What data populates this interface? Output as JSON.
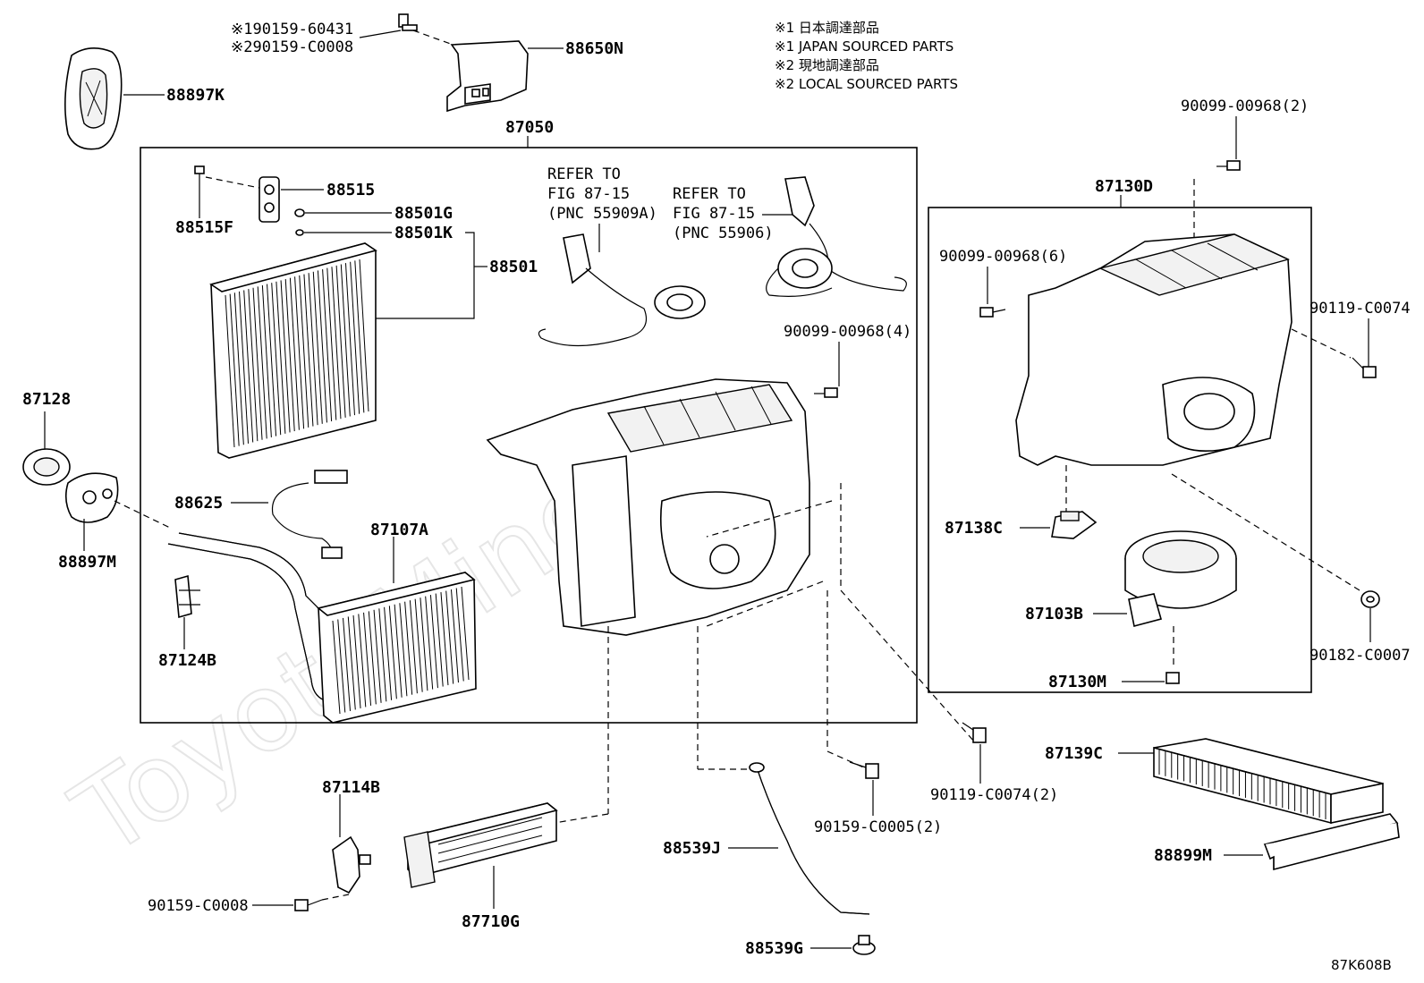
{
  "notes": {
    "line1": "※1 日本調達部品",
    "line2": "※1 JAPAN SOURCED PARTS",
    "line3": "※2 現地調達部品",
    "line4": "※2 LOCAL SOURCED PARTS"
  },
  "watermark": "ToyotaMine.ru",
  "figure_code": "87K608B",
  "callouts": {
    "bolt_1": "※190159-60431",
    "bolt_2": "※290159-C0008",
    "p88650N": "88650N",
    "p88897K": "88897K",
    "p87050": "87050",
    "p88515": "88515",
    "p88515F": "88515F",
    "p88501G": "88501G",
    "p88501K": "88501K",
    "p88501": "88501",
    "refer1_a": "REFER TO",
    "refer1_b": "FIG 87-15",
    "refer1_c": "(PNC 55909A)",
    "refer2_a": "REFER TO",
    "refer2_b": "FIG 87-15",
    "refer2_c": "(PNC 55906)",
    "p90099_4": "90099-00968(4)",
    "p87128": "87128",
    "p88897M": "88897M",
    "p88625": "88625",
    "p87107A": "87107A",
    "p87124B": "87124B",
    "p90099_2": "90099-00968(2)",
    "p87130D": "87130D",
    "p90099_6": "90099-00968(6)",
    "p90119_top": "90119-C0074",
    "p87138C": "87138C",
    "p87103B": "87103B",
    "p90182": "90182-C0007",
    "p87130M": "87130M",
    "p87139C": "87139C",
    "p90119_2": "90119-C0074(2)",
    "p90159_5": "90159-C0005(2)",
    "p87114B": "87114B",
    "p90159_8": "90159-C0008",
    "p87710G": "87710G",
    "p88539J": "88539J",
    "p88539G": "88539G",
    "p88899M": "88899M"
  }
}
